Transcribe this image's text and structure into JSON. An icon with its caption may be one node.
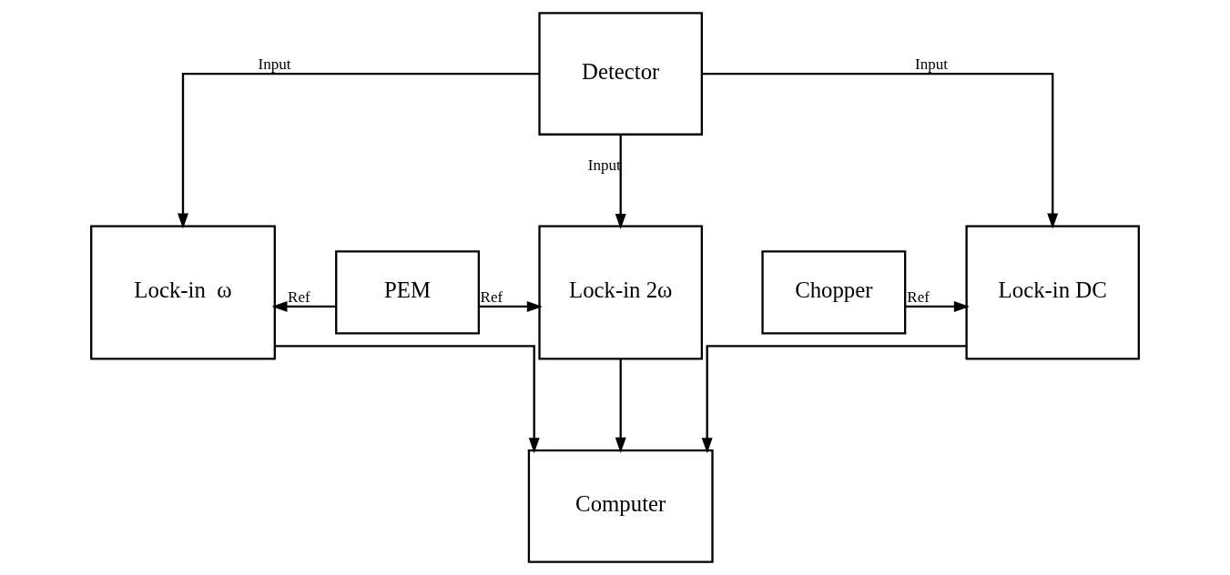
{
  "diagram": {
    "nodes": [
      {
        "text": [
          "Detector"
        ]
      },
      {
        "text": [
          "Lock-in  ω"
        ]
      },
      {
        "text": [
          "PEM"
        ]
      },
      {
        "text": [
          "Lock-in 2ω"
        ]
      },
      {
        "text": [
          "Chopper"
        ]
      },
      {
        "text": [
          "Lock-in DC"
        ]
      },
      {
        "text": [
          "Computer"
        ]
      }
    ],
    "edges": [
      {
        "from": 0,
        "to": 1,
        "arrow": "to",
        "label": "Input"
      },
      {
        "from": 0,
        "to": 3,
        "arrow": "to",
        "label": "Input"
      },
      {
        "from": 0,
        "to": 5,
        "arrow": "to",
        "label": "Input"
      },
      {
        "from": 2,
        "to": 1,
        "arrow": "to",
        "label": "Ref"
      },
      {
        "from": 2,
        "to": 3,
        "arrow": "to",
        "label": "Ref"
      },
      {
        "from": 4,
        "to": 5,
        "arrow": "to",
        "label": "Ref"
      },
      {
        "from": 1,
        "to": 6,
        "arrow": "to"
      },
      {
        "from": 3,
        "to": 6,
        "arrow": "to"
      },
      {
        "from": 5,
        "to": 6,
        "arrow": "to"
      }
    ]
  }
}
